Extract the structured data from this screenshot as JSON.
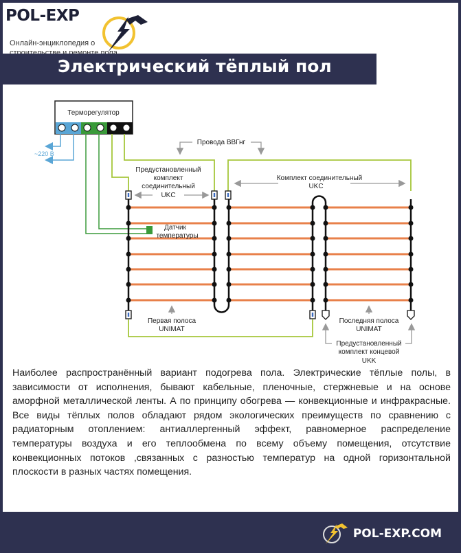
{
  "header": {
    "logo_name": "POL-EXP",
    "logo_subtitle_line1": "Онлайн-энциклопедия о",
    "logo_subtitle_line2": "строительстве и ремонте пола",
    "title": "Электрический тёплый пол"
  },
  "diagram": {
    "thermostat": "Терморегулятор",
    "power": "~220 В",
    "wires": "Провода ВВГнг",
    "preinstalled_kit": [
      "Предустановленный",
      "комплект",
      "соединительный",
      "UKC"
    ],
    "connection_kit": [
      "Комплект соединительный",
      "UKC"
    ],
    "sensor": [
      "Датчик",
      "температуры"
    ],
    "first_strip": [
      "Первая полоса",
      "UNIMAT"
    ],
    "last_strip": [
      "Последняя полоса",
      "UNIMAT"
    ],
    "end_kit": [
      "Предустановленный",
      "комплект концевой",
      "UKK"
    ],
    "colors": {
      "heating": "#e8804a",
      "power": "#5aa6d6",
      "sensor": "#3a9a3a",
      "supply": "#a6c63a"
    }
  },
  "body_text": "Наиболее распространённый вариант подогрева пола. Электрические тёплые полы, в зависимости от исполнения, бывают кабельные, пленочные, стержневые и на основе аморфной металлической ленты. А по принципу обогрева — конвекционные и инфракрасные. Все виды тёплых полов обладают рядом экологических преимуществ по сравнению с радиаторным отоплением: антиаллергенный эффект, равномерное распределение температуры воздуха и его теплообмена по всему объему помещения, отсутствие конвекционных потоков ,связанных с разностью температур на одной горизонтальной плоскости в разных частях помещения.",
  "footer": {
    "site": "POL-EXP.COM"
  }
}
